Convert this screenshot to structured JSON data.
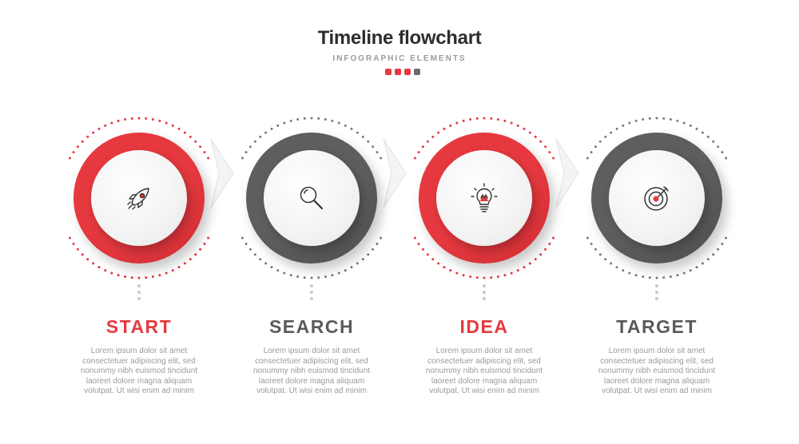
{
  "header": {
    "title": "Timeline flowchart",
    "subtitle": "INFOGRAPHIC ELEMENTS",
    "dot_colors": [
      "#e6393f",
      "#e6393f",
      "#e6393f",
      "#6b6b6b"
    ]
  },
  "colors": {
    "red": "#e6393f",
    "red_dark": "#c92a30",
    "gray": "#5e5e5e",
    "gray_dark": "#4a4a4a",
    "text_gray": "#9b9b9b"
  },
  "steps": [
    {
      "label": "START",
      "color": "red",
      "icon": "rocket-icon",
      "text": [
        "Lorem ipsum dolor sit amet",
        "consectetuer adipiscing elit, sed",
        "nonummy nibh euismod tincidunt",
        "laoreet dolore magna aliquam",
        "volutpat. Ut wisi enim ad minim"
      ]
    },
    {
      "label": "SEARCH",
      "color": "gray",
      "icon": "magnifier-icon",
      "text": [
        "Lorem ipsum dolor sit amet",
        "consectetuer adipiscing elit, sed",
        "nonummy nibh euismod tincidunt",
        "laoreet dolore magna aliquam",
        "volutpat. Ut wisi enim ad minim"
      ]
    },
    {
      "label": "IDEA",
      "color": "red",
      "icon": "light-bulb-icon",
      "text": [
        "Lorem ipsum dolor sit amet",
        "consectetuer adipiscing elit, sed",
        "nonummy nibh euismod tincidunt",
        "laoreet dolore magna aliquam",
        "volutpat. Ut wisi enim ad minim"
      ]
    },
    {
      "label": "TARGET",
      "color": "gray",
      "icon": "target-icon",
      "text": [
        "Lorem ipsum dolor sit amet",
        "consectetuer adipiscing elit, sed",
        "nonummy nibh euismod tincidunt",
        "laoreet dolore magna aliquam",
        "volutpat. Ut wisi enim ad minim"
      ]
    }
  ]
}
